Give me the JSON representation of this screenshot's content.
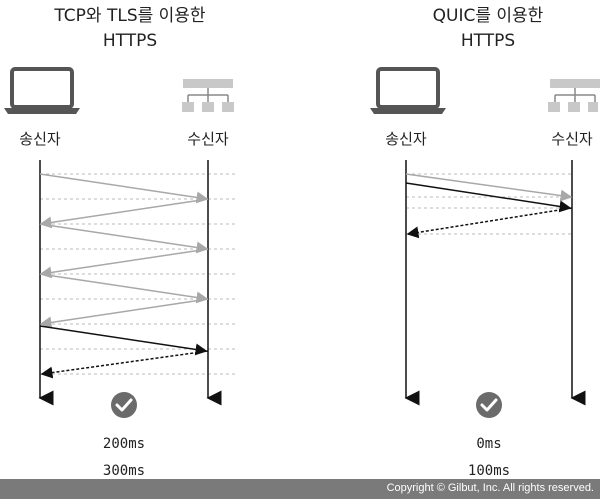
{
  "left_panel": {
    "title_line1": "TCP와 TLS를 이용한",
    "title_line2": "HTTPS",
    "sender_label": "송신자",
    "receiver_label": "수신자",
    "latency_1": "200ms",
    "latency_2": "300ms",
    "round_trips": 3
  },
  "right_panel": {
    "title_line1": "QUIC를 이용한",
    "title_line2": "HTTPS",
    "sender_label": "송신자",
    "receiver_label": "수신자",
    "latency_1": "0ms",
    "latency_2": "100ms",
    "round_trips": 1
  },
  "footer": {
    "copyright": "Copyright © Gilbut, Inc. All rights reserved."
  },
  "colors": {
    "handshake_arrow": "#a8a8a8",
    "data_arrow": "#111111",
    "guide_line": "#bbbbbb",
    "check_badge": "#6b6b6b",
    "server_icon": "#c8c8c8",
    "laptop_icon": "#555555"
  },
  "icons": [
    "laptop-icon",
    "server-network-icon",
    "checkmark-icon"
  ]
}
